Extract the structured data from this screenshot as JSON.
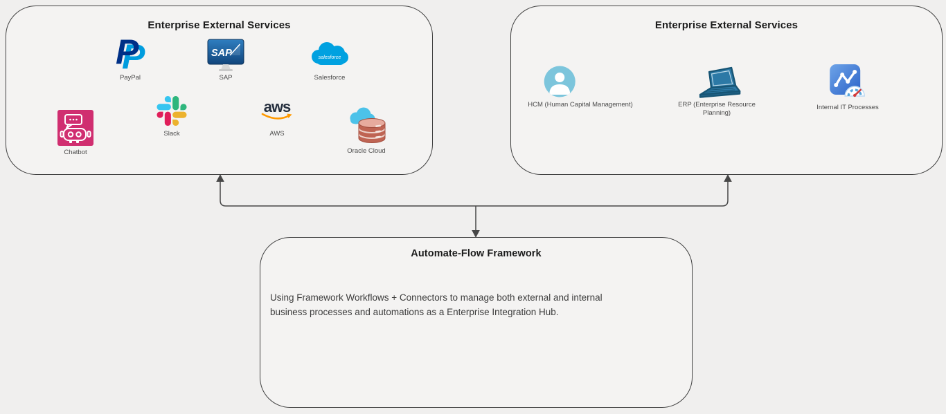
{
  "diagram": {
    "background": "#f0efee",
    "node_fill": "#f4f3f2",
    "node_border": "#3f3f3f",
    "connector_color": "#474747",
    "boxes": {
      "external_services_left": {
        "title": "Enterprise External Services",
        "items": [
          {
            "label": "PayPal",
            "icon": "paypal-icon"
          },
          {
            "label": "SAP",
            "icon": "sap-monitor-icon"
          },
          {
            "label": "Salesforce",
            "icon": "salesforce-cloud-icon"
          },
          {
            "label": "Chatbot",
            "icon": "chatbot-icon"
          },
          {
            "label": "Slack",
            "icon": "slack-icon"
          },
          {
            "label": "AWS",
            "icon": "aws-icon"
          },
          {
            "label": "Oracle Cloud",
            "icon": "oracle-cloud-database-icon"
          }
        ]
      },
      "external_services_right": {
        "title": "Enterprise External Services",
        "items": [
          {
            "label": "HCM (Human Capital Management)",
            "icon": "hcm-person-icon"
          },
          {
            "label": "ERP (Enterprise Resource\nPlanning)",
            "icon": "erp-laptop-icon"
          },
          {
            "label": "Internal IT Processes",
            "icon": "it-processes-chart-gauge-icon"
          }
        ]
      },
      "framework": {
        "title": "Automate-Flow Framework",
        "body": "Using Framework Workflows + Connectors to manage both external and internal\nbusiness processes and automations as a Enterprise Integration Hub."
      }
    },
    "connections": [
      {
        "from": "framework",
        "to": "external_services_left",
        "arrowhead": "up"
      },
      {
        "from": "framework",
        "to": "external_services_right",
        "arrowhead": "up"
      },
      {
        "from": "branch-junction",
        "to": "framework",
        "arrowhead": "down"
      }
    ],
    "brand_colors": {
      "paypal_dark": "#003087",
      "paypal_light": "#009cde",
      "sap_blue": "#1b5c96",
      "salesforce_blue": "#00a1e0",
      "chatbot_pink": "#d02e70",
      "slack_blue": "#36c5f0",
      "slack_green": "#2eb67d",
      "slack_red": "#e01e5a",
      "slack_yellow": "#ecb22e",
      "aws_dark": "#252f3e",
      "aws_orange": "#ff9900",
      "oracle_terracotta": "#bf6453",
      "oracle_sky": "#4cc2e9",
      "hcm_blue": "#7cc5dc",
      "erp_blue": "#2c79a6",
      "it_blue": "#3a7bd8"
    }
  }
}
